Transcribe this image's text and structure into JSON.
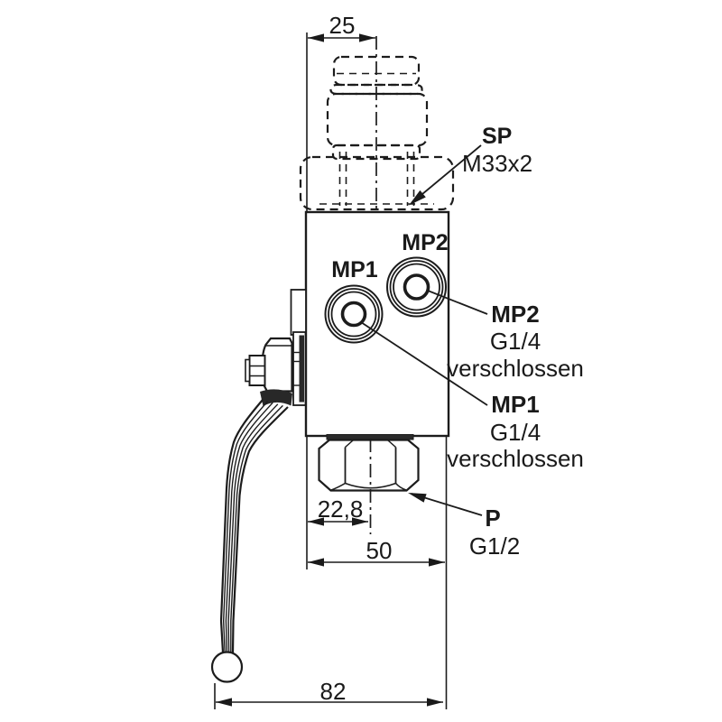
{
  "figure": {
    "background": "#ffffff",
    "line_color": "#1c1c1c"
  },
  "ports": {
    "sp": {
      "label": "SP",
      "thread": "M33x2"
    },
    "mp1": {
      "label": "MP1",
      "thread": "G1/4",
      "status": "verschlossen"
    },
    "mp2": {
      "label": "MP2",
      "thread": "G1/4",
      "status": "verschlossen"
    },
    "p": {
      "label": "P",
      "thread": "G1/2"
    }
  },
  "dimensions": {
    "spigot_offset": "25",
    "p_port_offset": "22,8",
    "body_width": "50",
    "overall_width": "82"
  }
}
